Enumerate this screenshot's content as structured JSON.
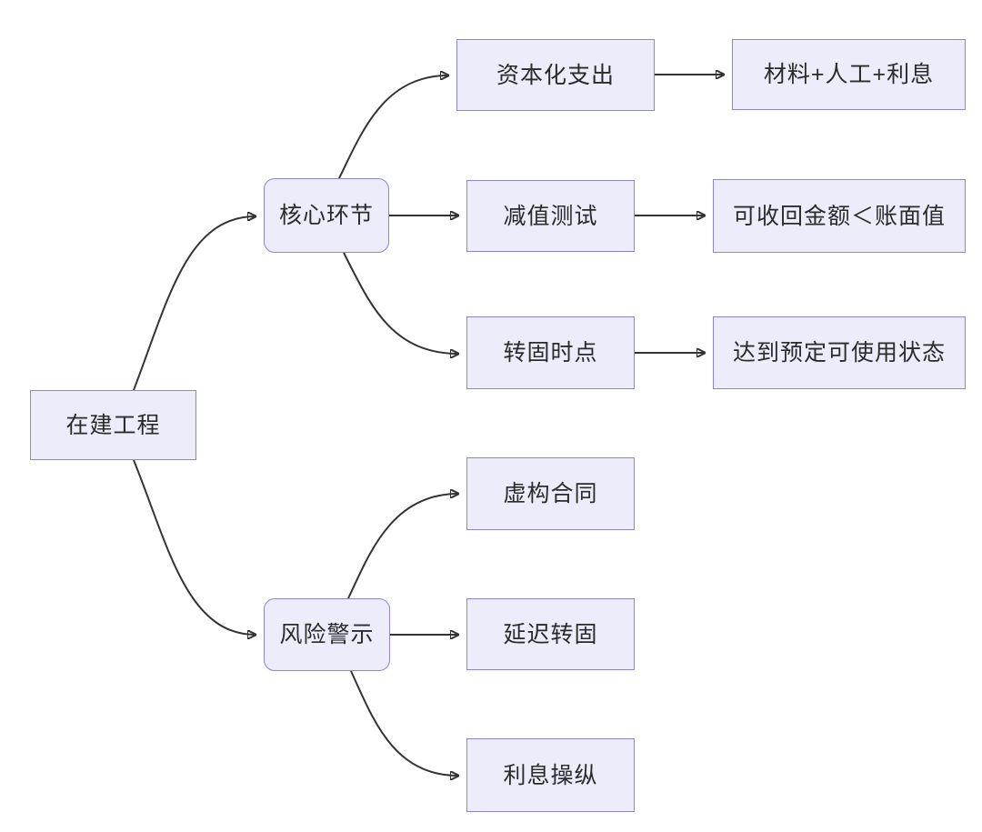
{
  "diagram": {
    "type": "flowchart",
    "title_hint": "construction-in-progress accounting mindmap",
    "root": {
      "label": "在建工程"
    },
    "branches": [
      {
        "label": "核心环节",
        "children": [
          {
            "label": "资本化支出",
            "detail": "材料+人工+利息"
          },
          {
            "label": "减值测试",
            "detail": "可收回金额＜账面值"
          },
          {
            "label": "转固时点",
            "detail": "达到预定可使用状态"
          }
        ]
      },
      {
        "label": "风险警示",
        "children": [
          {
            "label": "虚构合同"
          },
          {
            "label": "延迟转固"
          },
          {
            "label": "利息操纵"
          }
        ]
      }
    ],
    "colors": {
      "node_fill": "#ECECFB",
      "node_border": "#8F82D8",
      "edge": "#333333",
      "text": "#2B2B2B",
      "background": "#FFFFFF"
    }
  }
}
